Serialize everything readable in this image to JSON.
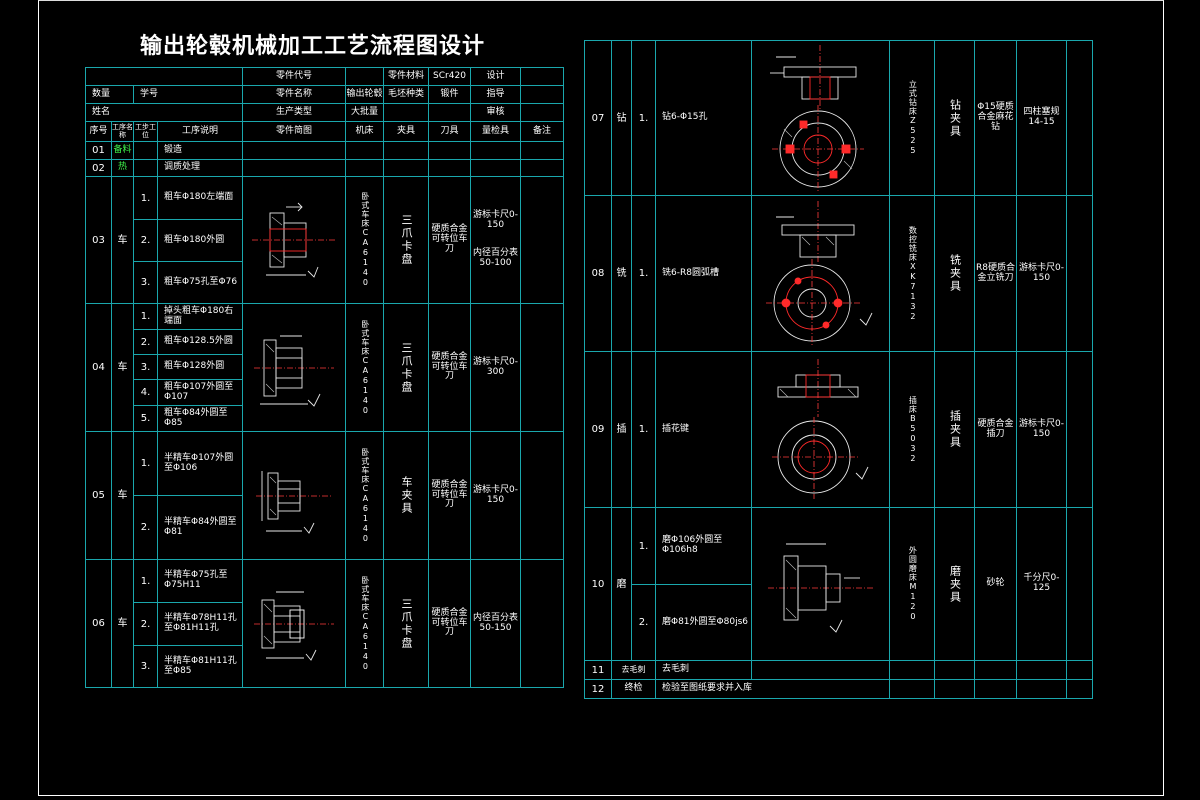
{
  "title": "输出轮毂机械加工工艺流程图设计",
  "left": {
    "head": {
      "part_code": "零件代号",
      "part_material": "零件材料",
      "material_value": "SCr420",
      "designer": "设计",
      "count": "数量",
      "student_no": "学号",
      "part_name": "零件名称",
      "part_name_value": "输出轮毂",
      "blank_type": "毛坯种类",
      "blank_value": "锻件",
      "guide": "指导",
      "name": "姓名",
      "prod_type": "生产类型",
      "prod_value": "大批量",
      "review": "审核"
    },
    "columns": [
      "序号",
      "工序名称",
      "工步工位",
      "工序说明",
      "零件简图",
      "机床",
      "夹具",
      "刀具",
      "量检具",
      "备注"
    ],
    "ops": [
      {
        "no": "01",
        "name": "备料",
        "desc": "锻造"
      },
      {
        "no": "02",
        "name": "热",
        "desc": "调质处理"
      },
      {
        "no": "03",
        "name": "车",
        "steps": [
          {
            "n": "1.",
            "d": "粗车Φ180左端面"
          },
          {
            "n": "2.",
            "d": "粗车Φ180外圆"
          },
          {
            "n": "3.",
            "d": "粗车Φ75孔至Φ76"
          }
        ],
        "machine": "卧式车床CA6140",
        "fixture": "三爪卡盘",
        "tool": "硬质合金可转位车刀",
        "gauge": [
          "游标卡尺0-150",
          "内径百分表50-100"
        ]
      },
      {
        "no": "04",
        "name": "车",
        "steps": [
          {
            "n": "1.",
            "d": "掉头粗车Φ180右端面"
          },
          {
            "n": "2.",
            "d": "粗车Φ128.5外圆"
          },
          {
            "n": "3.",
            "d": "粗车Φ128外圆"
          },
          {
            "n": "4.",
            "d": "粗车Φ107外圆至Φ107"
          },
          {
            "n": "5.",
            "d": "粗车Φ84外圆至Φ85"
          }
        ],
        "machine": "卧式车床CA6140",
        "fixture": "三爪卡盘",
        "tool": "硬质合金可转位车刀",
        "gauge": [
          "游标卡尺0-300"
        ]
      },
      {
        "no": "05",
        "name": "车",
        "steps": [
          {
            "n": "1.",
            "d": "半精车Φ107外圆至Φ106"
          },
          {
            "n": "2.",
            "d": "半精车Φ84外圆至Φ81"
          }
        ],
        "machine": "卧式车床CA6140",
        "fixture": "车夹具",
        "tool": "硬质合金可转位车刀",
        "gauge": [
          "游标卡尺0-150"
        ]
      },
      {
        "no": "06",
        "name": "车",
        "steps": [
          {
            "n": "1.",
            "d": "半精车Φ75孔至Φ75H11"
          },
          {
            "n": "2.",
            "d": "半精车Φ78H11孔至Φ81H11孔"
          },
          {
            "n": "3.",
            "d": "半精车Φ81H11孔至Φ85"
          }
        ],
        "machine": "卧式车床CA6140",
        "fixture": "三爪卡盘",
        "tool": "硬质合金可转位车刀",
        "gauge": [
          "内径百分表50-150"
        ]
      }
    ]
  },
  "right": {
    "ops": [
      {
        "no": "07",
        "name": "钻",
        "step": "1.",
        "desc": "钻6-Φ15孔",
        "machine": "立式钻床Z525",
        "fixture": "钻夹具",
        "tool": "Φ15硬质合金麻花钻",
        "gauge": "四柱塞规14-15"
      },
      {
        "no": "08",
        "name": "铣",
        "step": "1.",
        "desc": "铣6-R8圆弧槽",
        "machine": "数控铣床XK7132",
        "fixture": "铣夹具",
        "tool": "R8硬质合金立铣刀",
        "gauge": "游标卡尺0-150"
      },
      {
        "no": "09",
        "name": "插",
        "step": "1.",
        "desc": "插花键",
        "machine": "插床B5032",
        "fixture": "插夹具",
        "tool": "硬质合金插刀",
        "gauge": "游标卡尺0-150"
      },
      {
        "no": "10",
        "name": "磨",
        "steps": [
          {
            "n": "1.",
            "d": "磨Φ106外圆至Φ106h8"
          },
          {
            "n": "2.",
            "d": "磨Φ81外圆至Φ80js6"
          }
        ],
        "machine": "外圆磨床M120",
        "fixture": "磨夹具",
        "tool": "砂轮",
        "gauge": "千分尺0-125"
      },
      {
        "no": "11",
        "name": "去毛刺",
        "desc": "去毛刺"
      },
      {
        "no": "12",
        "name": "终检",
        "desc": "检验至图纸要求并入库"
      }
    ]
  }
}
